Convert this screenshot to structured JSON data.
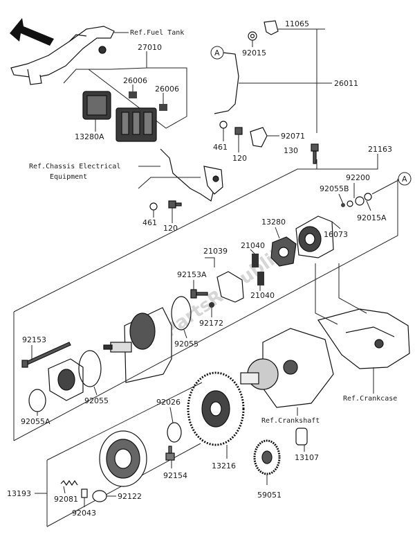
{
  "watermark": "PartsRepublik",
  "references": {
    "fuel_tank": "Ref.Fuel Tank",
    "chassis_line1": "Ref.Chassis Electrical",
    "chassis_line2": "Equipment",
    "crankcase": "Ref.Crankcase",
    "crankshaft": "Ref.Crankshaft"
  },
  "callouts": {
    "a_top": "A",
    "a_right": "A"
  },
  "labels": {
    "p27010": "27010",
    "p26006a": "26006",
    "p26006b": "26006",
    "p13280A": "13280A",
    "p11065": "11065",
    "p92015": "92015",
    "p26011": "26011",
    "p461a": "461",
    "p120a": "120",
    "p92071": "92071",
    "p461b": "461",
    "p120b": "120",
    "p130": "130",
    "p21163": "21163",
    "p92200": "92200",
    "p92055B": "92055B",
    "p92015A": "92015A",
    "p16073": "16073",
    "p13280": "13280",
    "p21040a": "21040",
    "p21039": "21039",
    "p92153A": "92153A",
    "p21040b": "21040",
    "p92172": "92172",
    "p92055a": "92055",
    "p92153": "92153",
    "p92055b": "92055",
    "p92055A": "92055A",
    "p92026": "92026",
    "p13216": "13216",
    "p13107": "13107",
    "p92154": "92154",
    "p13193": "13193",
    "p92081": "92081",
    "p92122": "92122",
    "p92043": "92043",
    "p59051": "59051"
  }
}
